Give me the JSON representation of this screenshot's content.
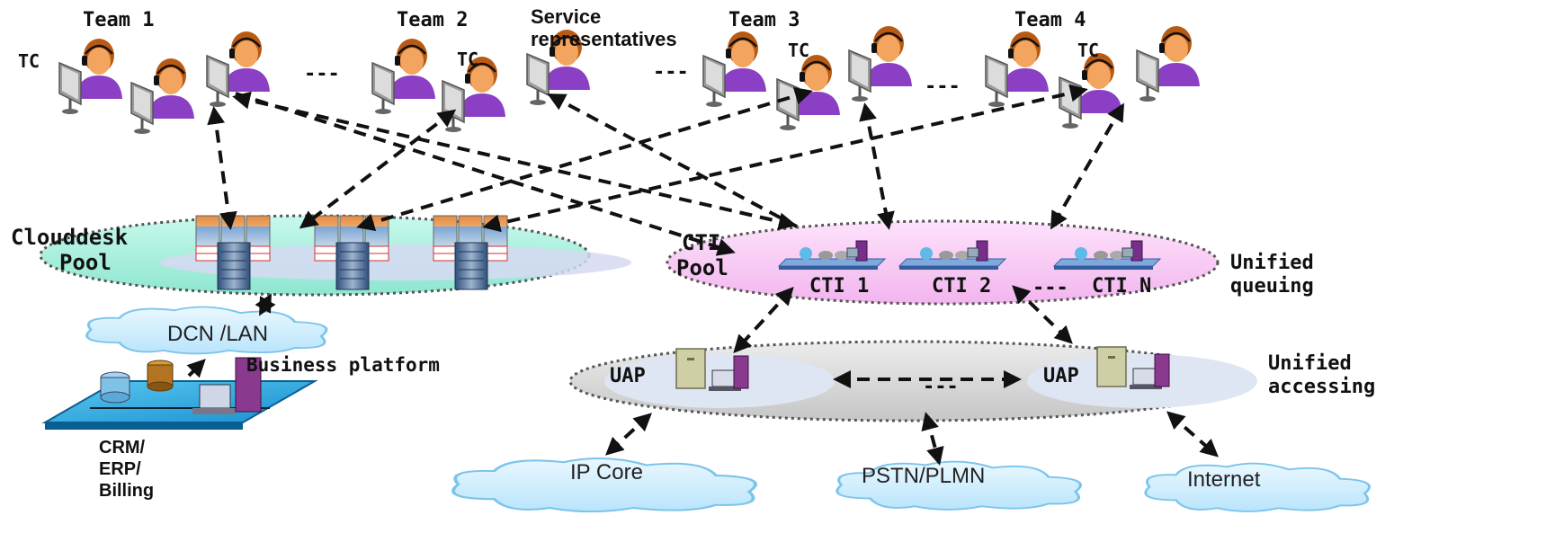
{
  "teams": [
    {
      "label": "Team 1",
      "tc": "TC"
    },
    {
      "label": "Team 2",
      "tc": "TC"
    },
    {
      "label": "Team 3",
      "tc": "TC"
    },
    {
      "label": "Team 4",
      "tc": "TC"
    }
  ],
  "service_reps": "Service representatives",
  "service_reps_line1": "Service",
  "service_reps_line2": "representatives",
  "ellipsis": "---",
  "clouddesk_pool": {
    "line1": "Clouddesk",
    "line2": "Pool"
  },
  "cti_pool": {
    "line1": "CTI",
    "line2": "Pool"
  },
  "cti_nodes": [
    "CTI 1",
    "CTI 2",
    "CTI N"
  ],
  "unified_queuing": {
    "line1": "Unified",
    "line2": "queuing"
  },
  "unified_accessing": {
    "line1": "Unified",
    "line2": "accessing"
  },
  "uap_nodes": [
    "UAP",
    "UAP"
  ],
  "clouds": {
    "dcn": "DCN /LAN",
    "ip_core": "IP  Core",
    "pstn": "PSTN/PLMN",
    "internet": "Internet"
  },
  "business_platform": "Business platform",
  "crm": {
    "line1": "CRM/",
    "line2": "ERP/",
    "line3": "Billing"
  },
  "colors": {
    "clouddesk_fill": "#a8f0df",
    "cti_fill": "#f7c9f3",
    "access_fill": "#d4d4d4",
    "cloud_fill": "#cfeefe",
    "cloud_stroke": "#7cc4ea",
    "agent_skin": "#f3a55f",
    "agent_hair": "#b85a14",
    "agent_body": "#8a3fc4",
    "monitor": "#8d8d8d"
  }
}
